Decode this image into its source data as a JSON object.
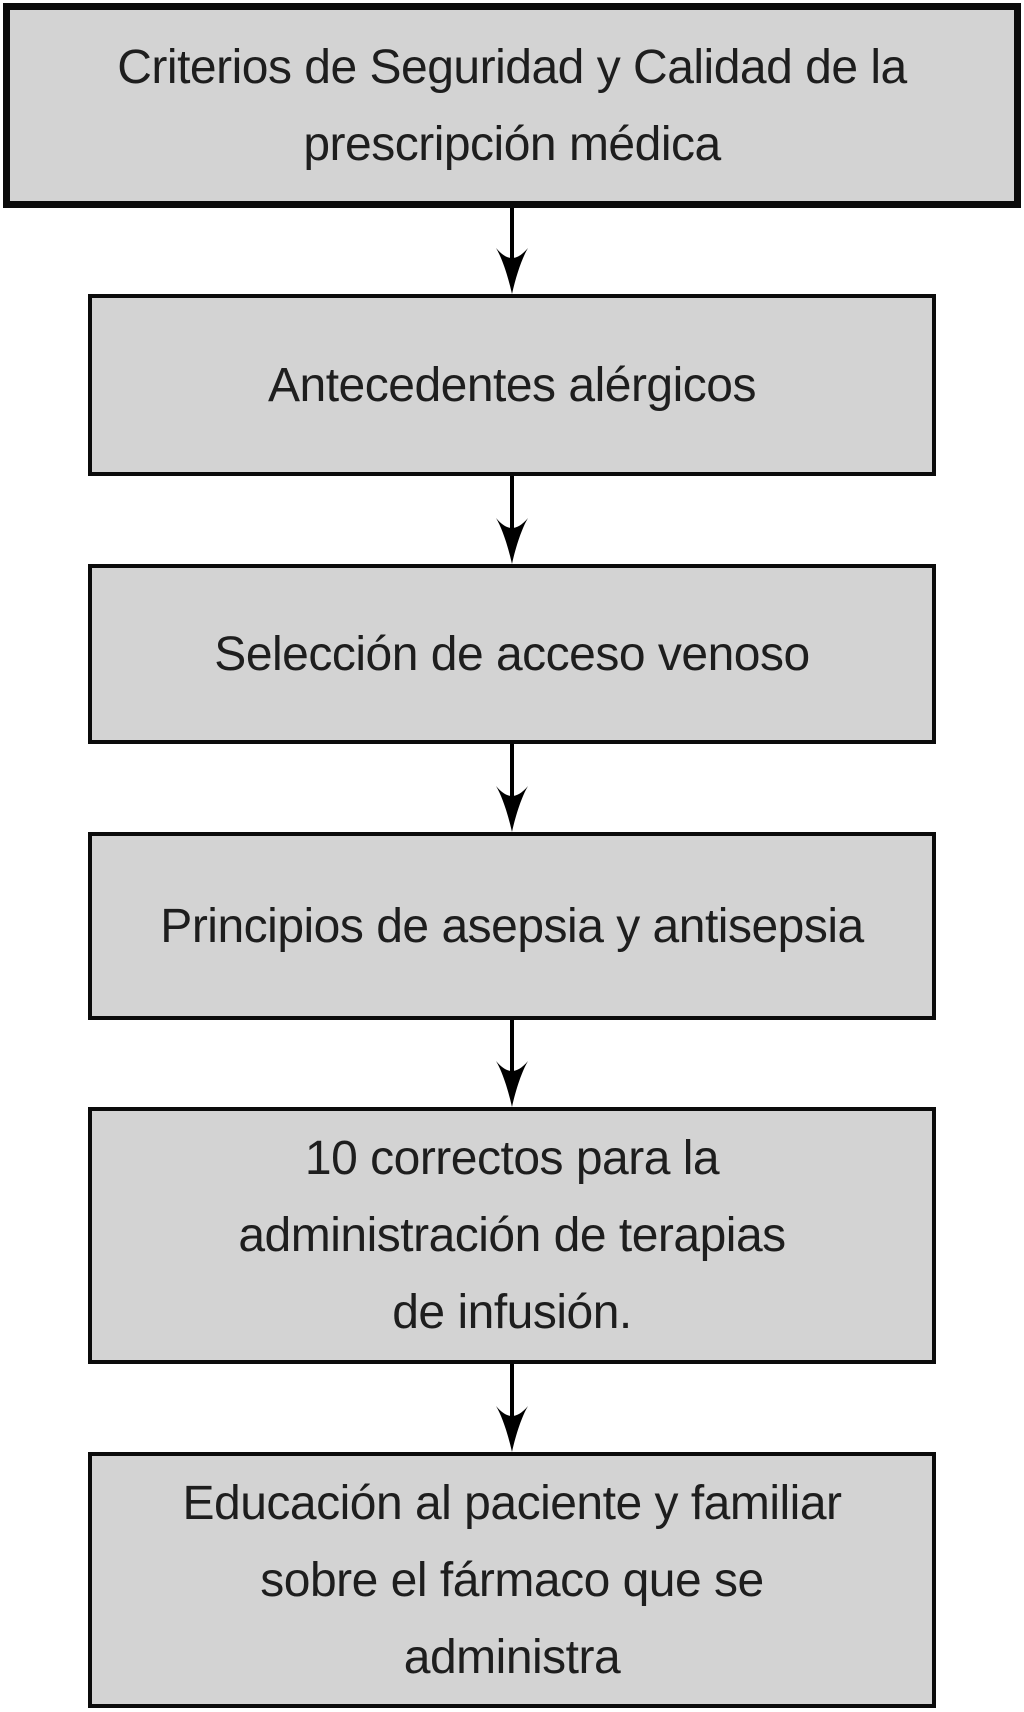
{
  "colors": {
    "background": "#ffffff",
    "box_fill": "#d3d3d3",
    "box_border": "#0b0b0b",
    "text": "#1e1e1e",
    "arrow": "#000000"
  },
  "flowchart": {
    "title_node": {
      "lines": [
        "Criterios de Seguridad y Calidad de la",
        "prescripción médica"
      ]
    },
    "steps": [
      {
        "lines": [
          "Antecedentes alérgicos"
        ]
      },
      {
        "lines": [
          "Selección de acceso venoso"
        ]
      },
      {
        "lines": [
          "Principios de asepsia y antisepsia"
        ]
      },
      {
        "lines": [
          "10 correctos para la",
          "administración de terapias",
          "de infusión."
        ]
      },
      {
        "lines": [
          "Educación al paciente y familiar",
          "sobre el fármaco que se",
          "administra"
        ]
      }
    ]
  }
}
